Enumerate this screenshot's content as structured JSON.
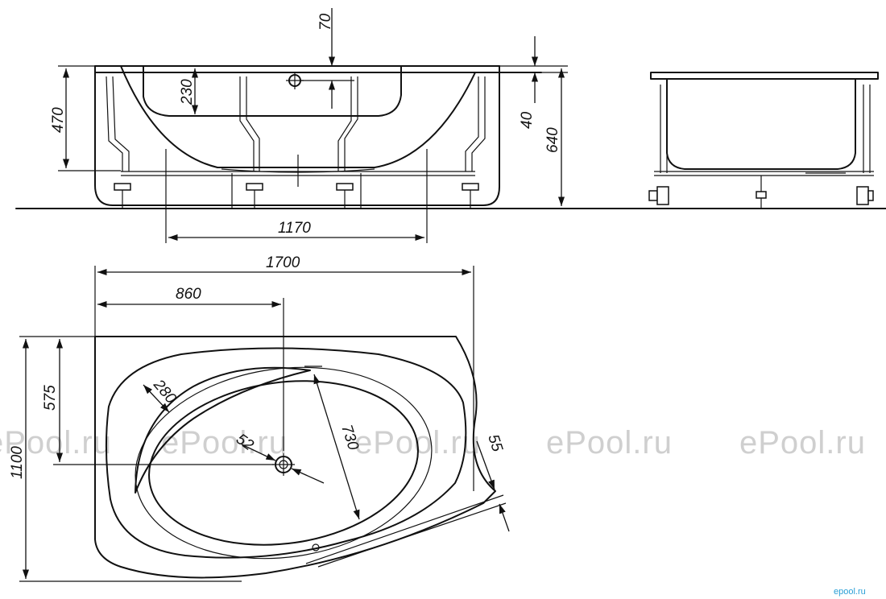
{
  "watermark": {
    "text": "ePool.ru",
    "brand": "epool.ru"
  },
  "front_view": {
    "dims": {
      "overflow_drop": "70",
      "tub_height": "470",
      "overflow_height": "230",
      "rim_thickness": "40",
      "total_height": "640",
      "bottom_length": "1170"
    }
  },
  "plan_view": {
    "dims": {
      "length": "1700",
      "drain_offset_x": "860",
      "drain_offset_y": "575",
      "width": "1100",
      "headrest_radius": "280",
      "drain_diameter": "52",
      "basin_width": "730",
      "rim_offset": "55"
    }
  },
  "colors": {
    "line": "#111111",
    "watermark": "#cfcfcf",
    "brand": "#2a9fd6"
  }
}
